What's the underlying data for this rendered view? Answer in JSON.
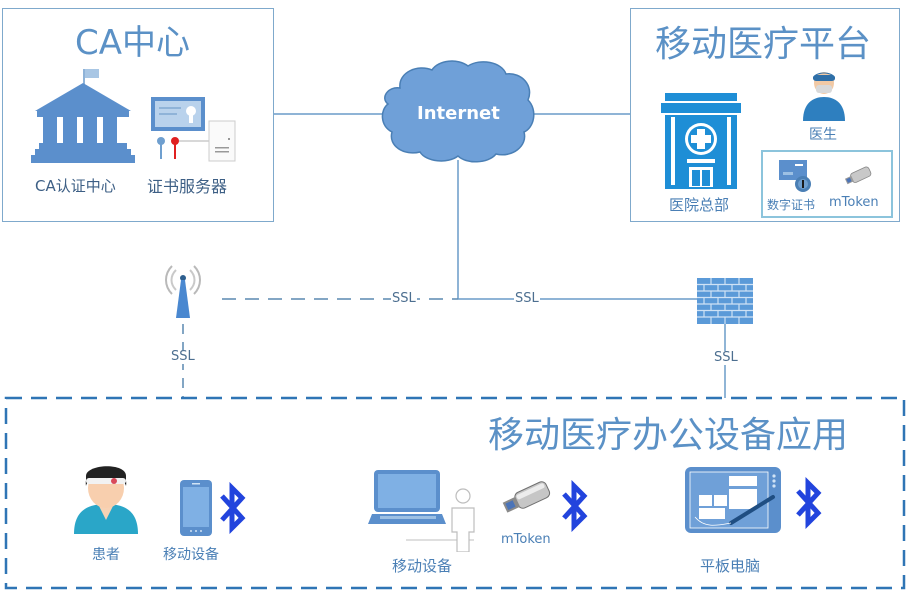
{
  "ca_center": {
    "title": "CA中心",
    "items": [
      {
        "label": "CA认证中心",
        "icon": "government-building-icon"
      },
      {
        "label": "证书服务器",
        "icon": "certificate-server-icon"
      }
    ]
  },
  "internet": {
    "label": "Internet",
    "icon": "cloud-icon"
  },
  "platform": {
    "title": "移动医疗平台",
    "hospital": {
      "label": "医院总部",
      "icon": "hospital-icon"
    },
    "doctor": {
      "label": "医生",
      "icon": "doctor-icon"
    },
    "credentials": [
      {
        "label": "数字证书",
        "icon": "digital-certificate-icon"
      },
      {
        "label": "mToken",
        "icon": "usb-token-icon"
      }
    ]
  },
  "links": {
    "wireless_horizontal": "SSL",
    "internet_to_firewall": "SSL",
    "tower_vertical": "SSL",
    "firewall_vertical": "SSL"
  },
  "network_nodes": {
    "tower": {
      "icon": "wireless-tower-icon"
    },
    "firewall": {
      "icon": "firewall-icon"
    }
  },
  "devices": {
    "title": "移动医疗办公设备应用",
    "patient": {
      "label": "患者",
      "icon": "patient-icon"
    },
    "phone": {
      "label": "移动设备",
      "icon": "smartphone-icon"
    },
    "laptop": {
      "label": "移动设备",
      "icon": "laptop-user-icon"
    },
    "token": {
      "label": "mToken",
      "icon": "usb-token-icon"
    },
    "tablet": {
      "label": "平板电脑",
      "icon": "tablet-icon"
    },
    "bluetooth_icon": "bluetooth-icon"
  },
  "colors": {
    "accent": "#5b91c6",
    "line": "#4a7fb5",
    "dashed": "#2f75b5",
    "bluetooth": "#2244dd",
    "hospital": "#1e8ed6"
  }
}
